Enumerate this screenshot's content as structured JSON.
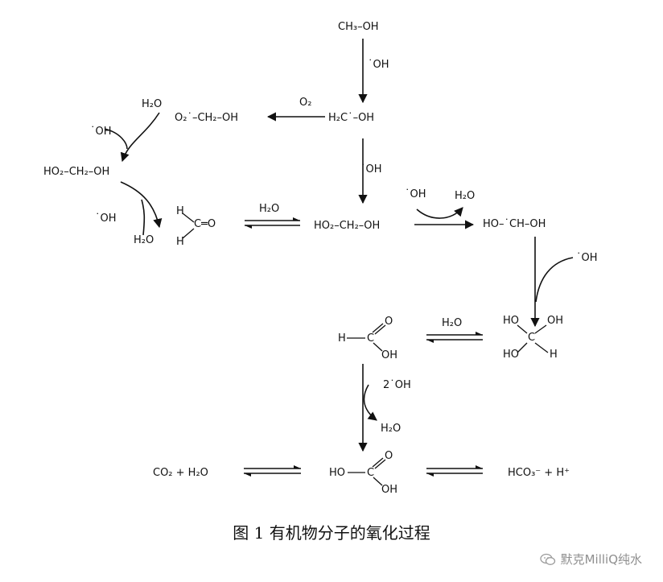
{
  "species": {
    "ch3oh": "CH₃–OH",
    "oh_radical_1": "˙OH",
    "o2": "O₂",
    "o2ch2oh": "O₂˙–CH₂–OH",
    "h2coh_radical": "H₂C˙–OH",
    "h2o_top_left": "H₂O",
    "oh_radical_left": "˙OH",
    "ho2ch2oh": "HO₂–CH₂–OH",
    "oh_radical_left2": "˙OH",
    "h2o_left2": "H₂O",
    "formaldehyde_h1": "H",
    "formaldehyde_h2": "H",
    "formaldehyde_co": "C═O",
    "h2o_eq1": "H₂O",
    "oh_radical_mid": "˙OH",
    "ho2ch2oh_mid": "HO₂–CH₂–OH",
    "oh_radical_mid2": "˙OH",
    "h2o_mid2": "H₂O",
    "hoch_oh_radical": "HO–˙CH–OH",
    "oh_radical_right": "˙OH",
    "diol_ho_tl": "HO",
    "diol_oh_tr": "OH",
    "diol_ho_bl": "HO",
    "diol_h_br": "H",
    "diol_c": "C",
    "formic_h": "H",
    "formic_c": "C",
    "formic_o": "O",
    "formic_oh": "OH",
    "h2o_eq2": "H₂O",
    "two_oh_radical": "2˙OH",
    "h2o_lower": "H₂O",
    "co2_h2o": "CO₂ + H₂O",
    "carbonic_ho": "HO",
    "carbonic_c": "C",
    "carbonic_o": "O",
    "carbonic_oh": "OH",
    "bicarbonate": "HCO₃⁻ + H⁺"
  },
  "caption": "图 1  有机物分子的氧化过程",
  "watermark": "默克MilliQ纯水"
}
